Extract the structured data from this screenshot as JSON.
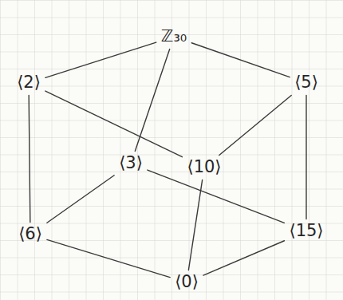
{
  "diagram": {
    "nodes": [
      {
        "text": [
          "ℤ₃₀"
        ]
      },
      {
        "text": [
          "⟨2⟩"
        ]
      },
      {
        "text": [
          "⟨5⟩"
        ]
      },
      {
        "text": [
          "⟨3⟩"
        ]
      },
      {
        "text": [
          "⟨10⟩"
        ]
      },
      {
        "text": [
          "⟨6⟩"
        ]
      },
      {
        "text": [
          "⟨15⟩"
        ]
      },
      {
        "text": [
          "⟨0⟩"
        ]
      }
    ],
    "edges": [
      {
        "from": 0,
        "to": 1,
        "arrow": "none"
      },
      {
        "from": 0,
        "to": 2,
        "arrow": "none"
      },
      {
        "from": 0,
        "to": 3,
        "arrow": "none"
      },
      {
        "from": 1,
        "to": 4,
        "arrow": "none"
      },
      {
        "from": 2,
        "to": 4,
        "arrow": "none"
      },
      {
        "from": 1,
        "to": 5,
        "arrow": "none"
      },
      {
        "from": 2,
        "to": 6,
        "arrow": "none"
      },
      {
        "from": 3,
        "to": 5,
        "arrow": "none"
      },
      {
        "from": 3,
        "to": 6,
        "arrow": "none"
      },
      {
        "from": 4,
        "to": 7,
        "arrow": "none"
      },
      {
        "from": 5,
        "to": 7,
        "arrow": "none"
      },
      {
        "from": 6,
        "to": 7,
        "arrow": "none"
      }
    ]
  }
}
